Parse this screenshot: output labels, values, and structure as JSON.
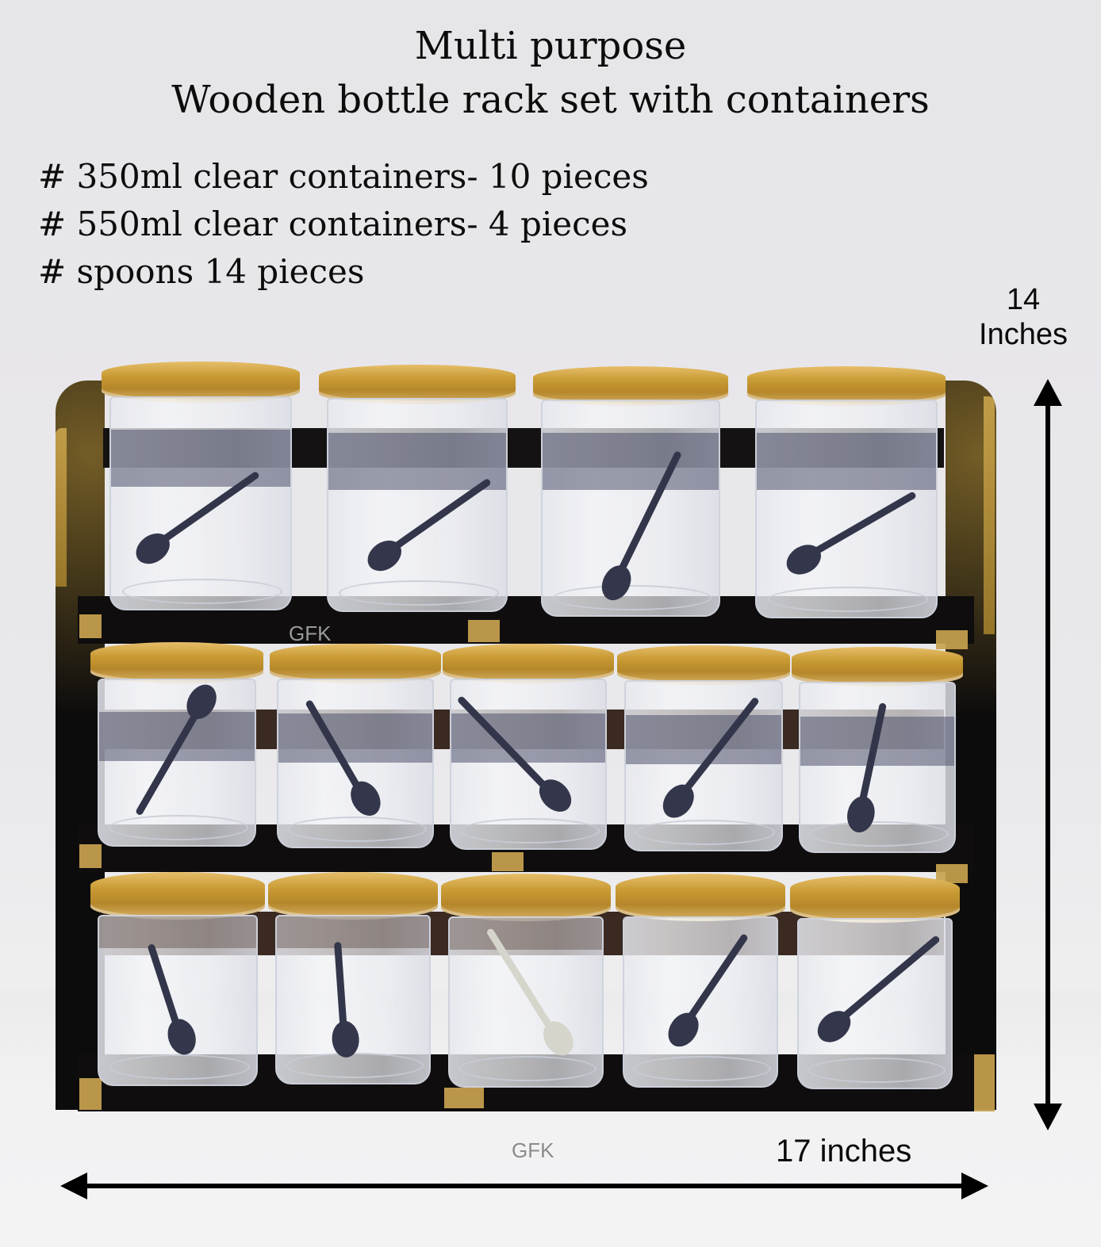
{
  "heading": {
    "line1": "Multi purpose",
    "line2": "Wooden bottle rack set with containers"
  },
  "specs": [
    "# 350ml clear containers- 10 pieces",
    "# 550ml clear containers- 4 pieces",
    "# spoons 14 pieces"
  ],
  "dimensions": {
    "height_value": "14",
    "height_unit": "Inches",
    "width_label": "17 inches"
  },
  "watermarks": {
    "shelf": "GFK",
    "floor": "GFK"
  },
  "product": {
    "rack_color": "#0f0d0d",
    "accent_gold": "#c99b34",
    "rows": [
      {
        "row": "top",
        "containers": 4,
        "size": "550ml"
      },
      {
        "row": "middle",
        "containers": 5,
        "size": "350ml"
      },
      {
        "row": "bottom",
        "containers": 5,
        "size": "350ml"
      }
    ]
  }
}
